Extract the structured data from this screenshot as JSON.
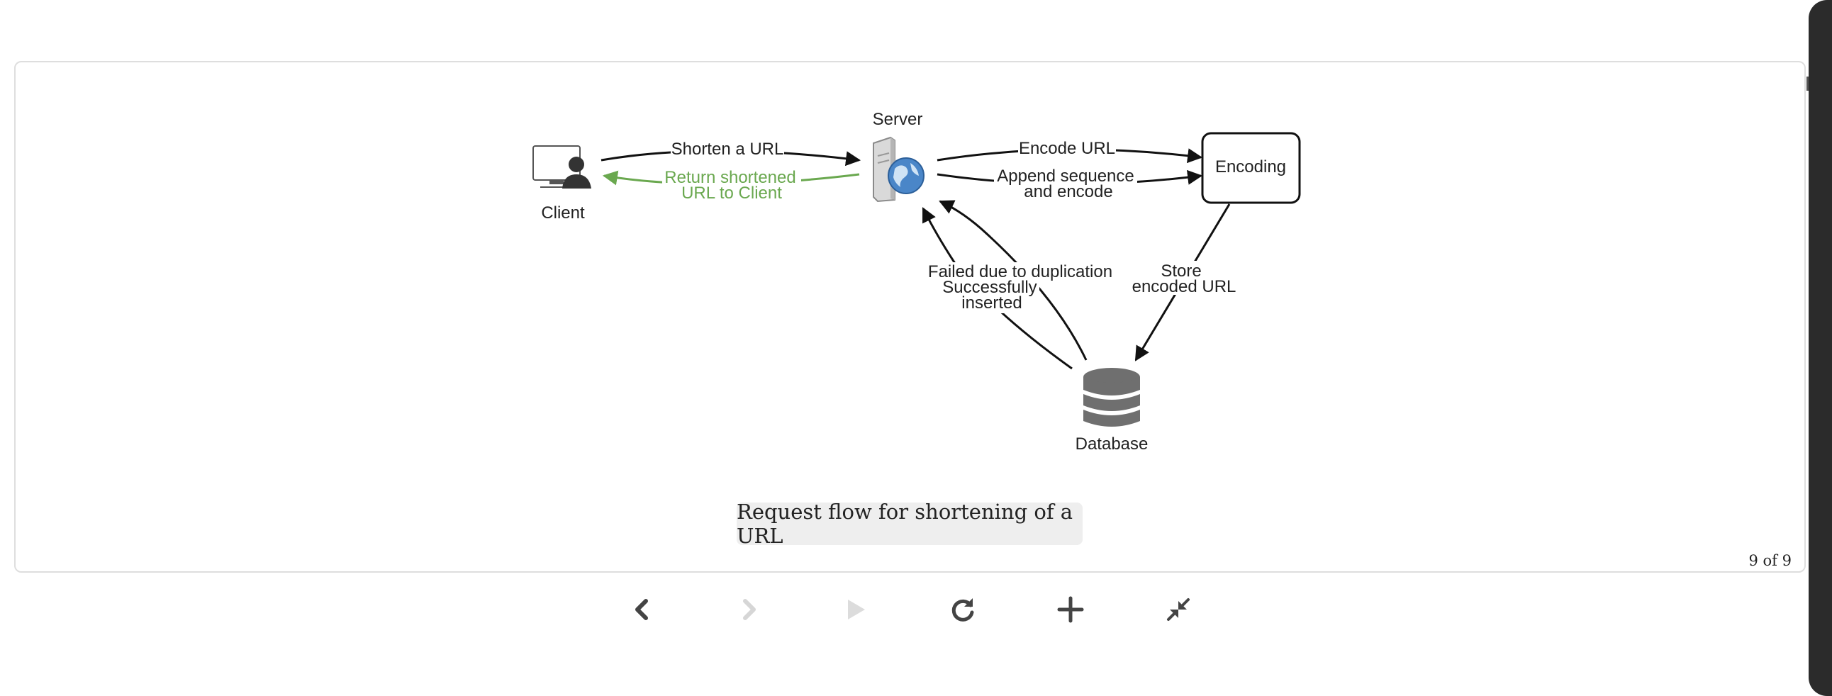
{
  "diagram": {
    "nodes": {
      "client": "Client",
      "server": "Server",
      "encoding": "Encoding",
      "database": "Database"
    },
    "edges": {
      "shorten": "Shorten a URL",
      "return_line1": "Return shortened",
      "return_line2": "URL to Client",
      "encode": "Encode URL",
      "append_line1": "Append sequence",
      "append_line2": "and encode",
      "failed": "Failed due to duplication",
      "success_line1": "Successfully",
      "success_line2": "inserted",
      "store_line1": "Store",
      "store_line2": "encoded URL"
    },
    "colors": {
      "return_edge": "#6aa84f",
      "edge": "#111111"
    }
  },
  "caption": "Request flow for shortening of a URL",
  "counter": "9 of 9",
  "controls": {
    "previous": "chevron-left-icon",
    "next": "chevron-right-icon",
    "play": "play-icon",
    "restart": "redo-icon",
    "add": "plus-icon",
    "collapse": "collapse-icon"
  }
}
